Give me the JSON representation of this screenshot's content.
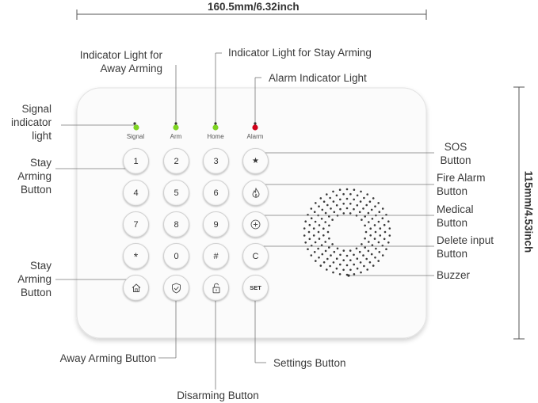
{
  "dimensions": {
    "width": "160.5mm/6.32inch",
    "height": "115mm/4.53inch"
  },
  "indicators": [
    {
      "label": "Signal",
      "color": "#7ed321"
    },
    {
      "label": "Arm",
      "color": "#7ed321"
    },
    {
      "label": "Home",
      "color": "#7ed321"
    },
    {
      "label": "Alarm",
      "color": "#d0021b"
    }
  ],
  "keys": {
    "k1": "1",
    "k2": "2",
    "k3": "3",
    "k4": "4",
    "k5": "5",
    "k6": "6",
    "k7": "7",
    "k8": "8",
    "k9": "9",
    "kstar": "*",
    "k0": "0",
    "khash": "#",
    "ksos": "★",
    "kc": "C",
    "kset": "SET",
    "kmed": "+"
  },
  "callouts": {
    "signal_light": "Signal\nindicator\nlight",
    "stay_arming_top": "Stay\nArming\nButton",
    "stay_arming_bottom": "Stay\nArming\nButton",
    "away_light": "Indicator Light for\nAway Arming",
    "stay_light": "Indicator Light for Stay Arming",
    "alarm_light": "Alarm Indicator Light",
    "sos": "SOS\nButton",
    "fire": "Fire Alarm\nButton",
    "medical": "Medical\nButton",
    "delete": "Delete input\nButton",
    "buzzer": "Buzzer",
    "away_button": "Away Arming Button",
    "disarming_button": "Disarming Button",
    "settings_button": "Settings Button"
  }
}
